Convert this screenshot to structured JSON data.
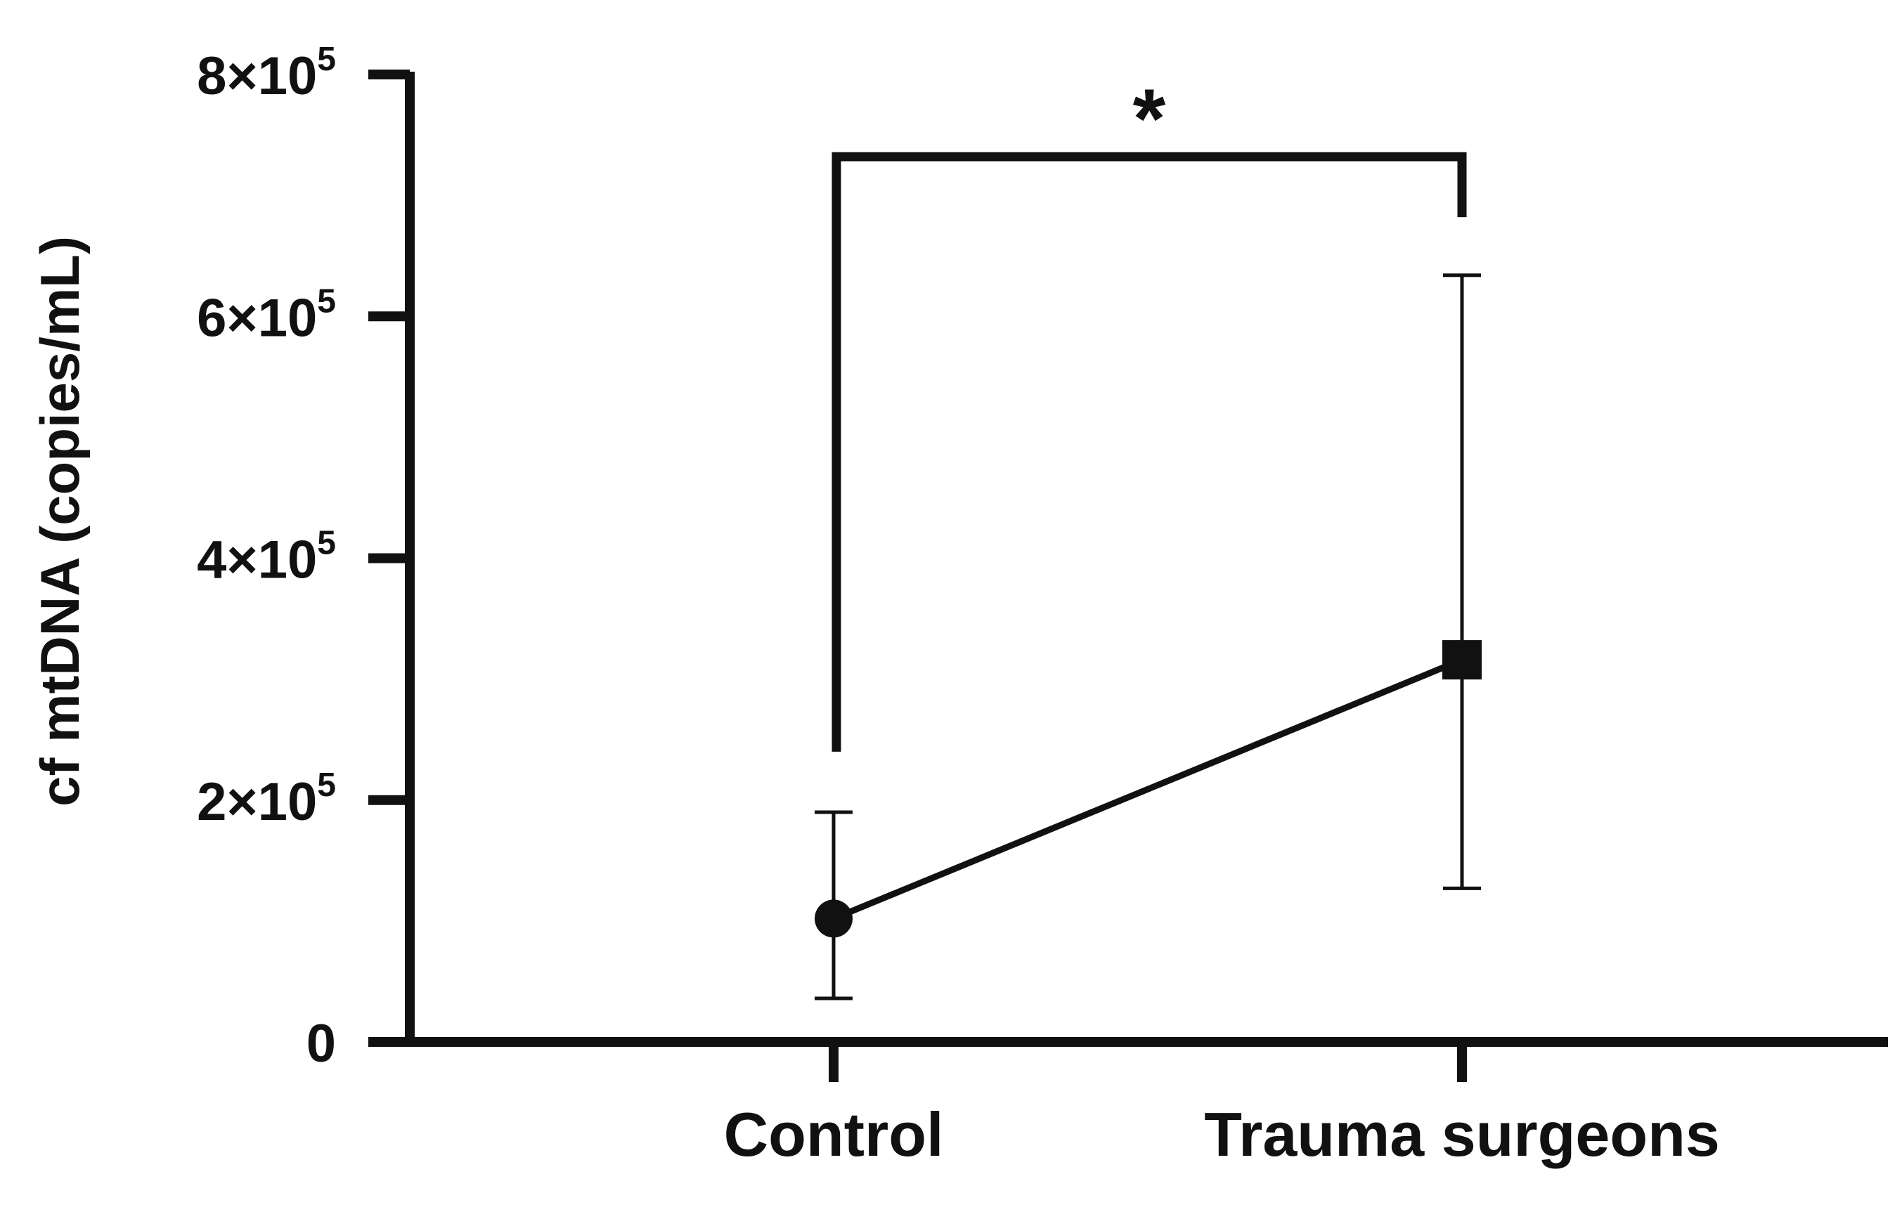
{
  "chart_data": {
    "type": "line",
    "title": "",
    "xlabel": "",
    "ylabel": "cf mtDNA (copies/mL)",
    "categories": [
      "Control",
      "Trauma surgeons"
    ],
    "series": [
      {
        "values": [
          102000,
          316000
        ],
        "error_low": [
          36000,
          127000
        ],
        "error_high": [
          190000,
          634000
        ],
        "markers": [
          "circle",
          "square"
        ],
        "color": "#111111"
      }
    ],
    "ylim": [
      0,
      800000
    ],
    "y_ticks": [
      {
        "value": 0,
        "base": "0",
        "exp": ""
      },
      {
        "value": 200000,
        "base": "2×10",
        "exp": "5"
      },
      {
        "value": 400000,
        "base": "4×10",
        "exp": "5"
      },
      {
        "value": 600000,
        "base": "6×10",
        "exp": "5"
      },
      {
        "value": 800000,
        "base": "8×10",
        "exp": "5"
      }
    ],
    "significance": {
      "label": "*",
      "from_category": 0,
      "to_category": 1,
      "level": 732000,
      "left_drop_to": 240000,
      "right_drop_to": 682000
    },
    "grid": false,
    "legend": "none"
  }
}
